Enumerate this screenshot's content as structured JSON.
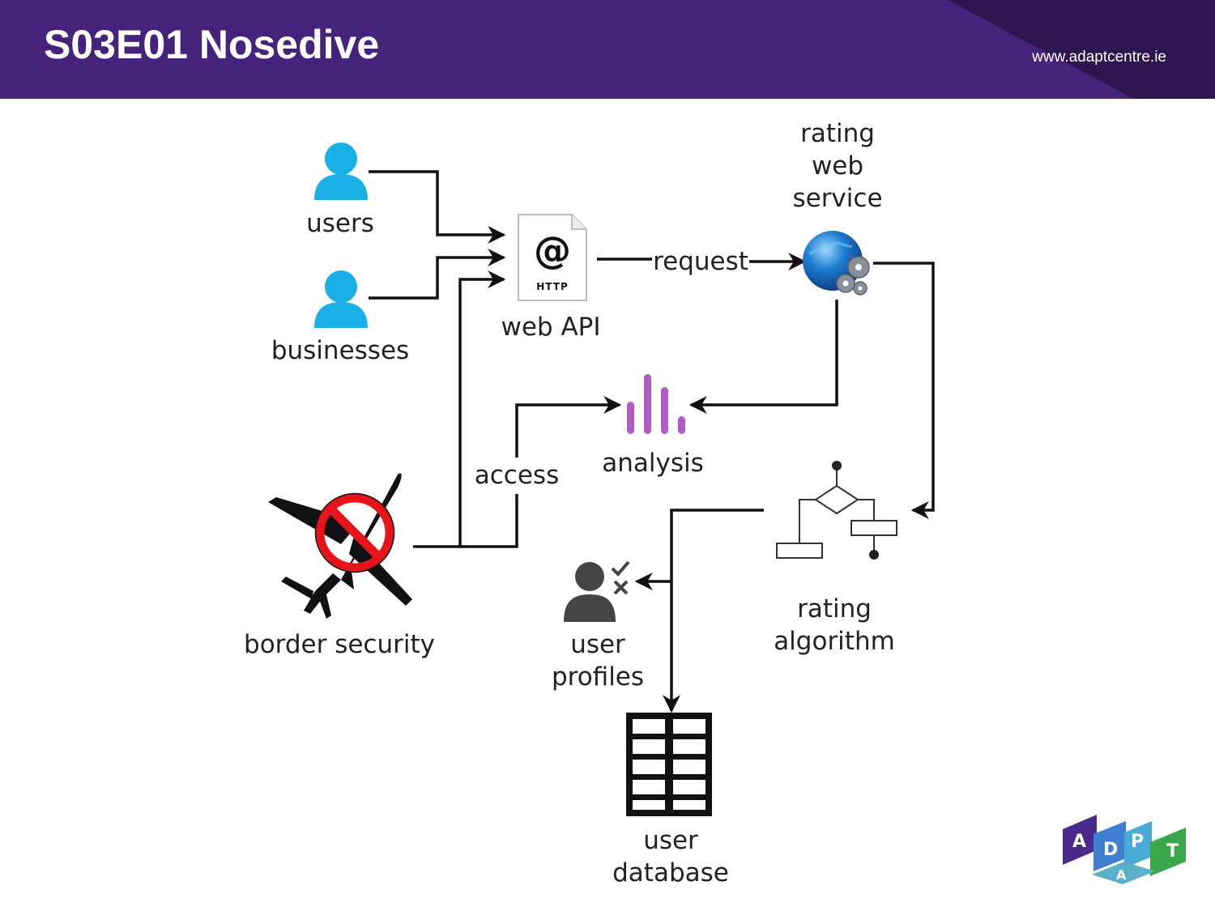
{
  "header": {
    "title": "S03E01 Nosedive",
    "website": "www.adaptcentre.ie"
  },
  "nodes": {
    "users": "users",
    "businesses": "businesses",
    "web_api": "web API",
    "web_api_icon_text": "HTTP",
    "rating_web_service": "rating\nweb\nservice",
    "analysis": "analysis",
    "border_security": "border security",
    "rating_algorithm": "rating\nalgorithm",
    "user_profiles": "user\nprofiles",
    "user_database": "user\ndatabase"
  },
  "edges": {
    "request": "request",
    "access": "access"
  },
  "logo": {
    "letters": [
      "A",
      "D",
      "P",
      "T",
      "A"
    ]
  },
  "colors": {
    "header_purple": "#46237a",
    "person_blue": "#1ab0e6",
    "analysis_purple": "#b05cc4",
    "prohibit_red": "#e8141c"
  }
}
